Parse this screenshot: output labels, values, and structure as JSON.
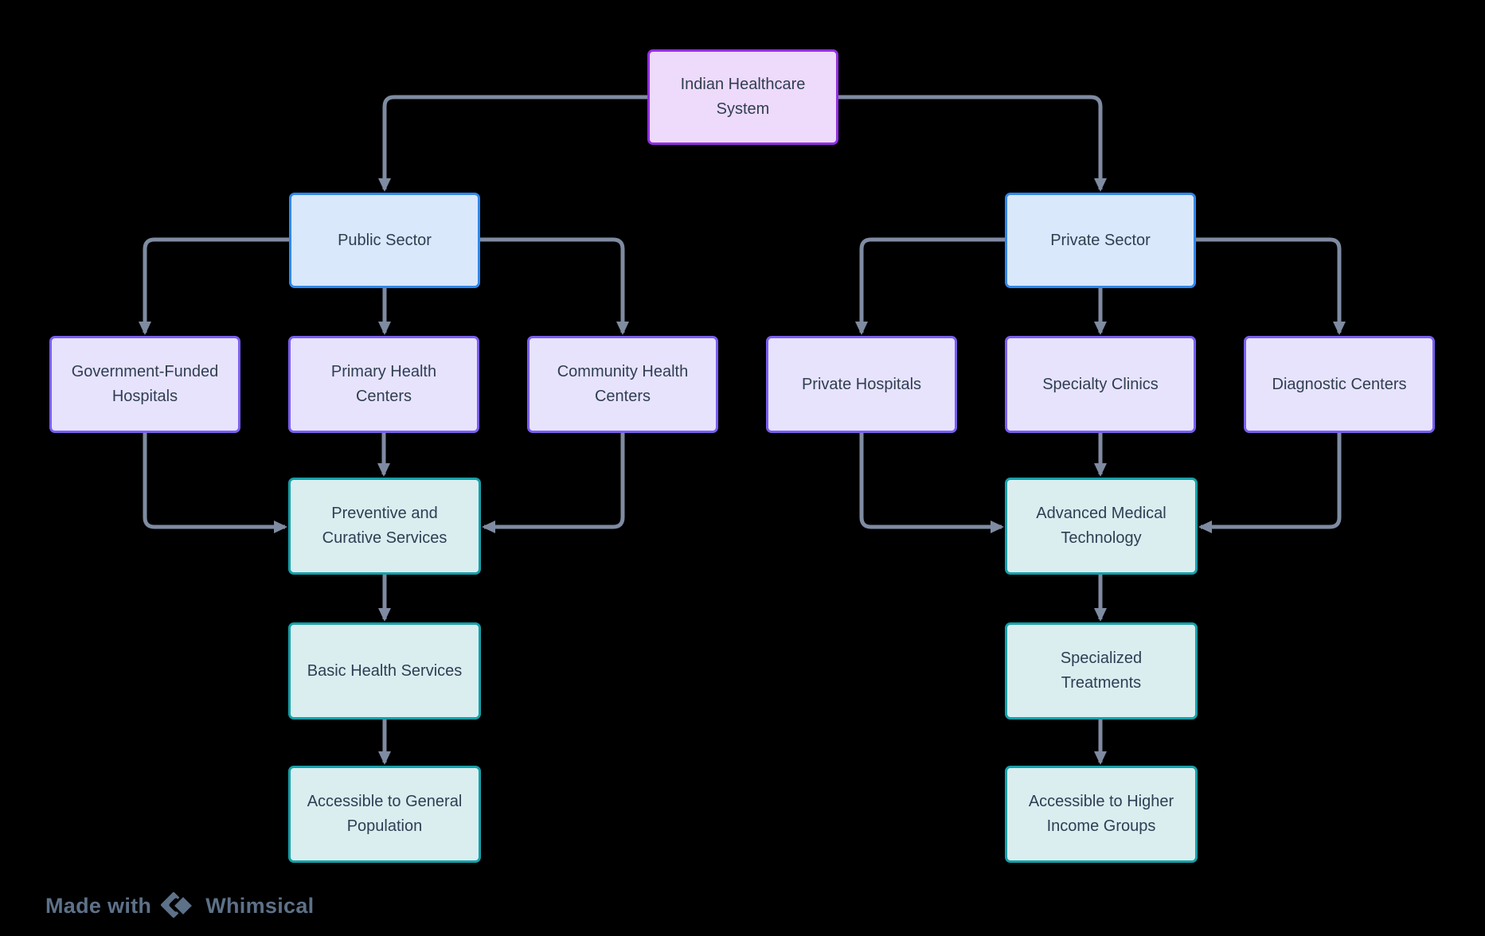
{
  "diagram_type": "flowchart",
  "palette": {
    "background": "#000000",
    "connector": "#7E8BA1",
    "node_text": "#2F3E53",
    "purple_fill": "#EEDAFB",
    "purple_border": "#922FE3",
    "blue_fill": "#D9E8FB",
    "blue_border": "#2F87EC",
    "violet_fill": "#E7E3FD",
    "violet_border": "#7A5EF3",
    "teal_fill": "#DAEEF0",
    "teal_border": "#14A1AA",
    "watermark_color": "#5D7189"
  },
  "nodes": {
    "root": {
      "label": "Indian Healthcare\nSystem",
      "type": "purple"
    },
    "public_sector": {
      "label": "Public Sector",
      "type": "blue"
    },
    "private_sector": {
      "label": "Private Sector",
      "type": "blue"
    },
    "govt_hospitals": {
      "label": "Government-Funded\nHospitals",
      "type": "violet"
    },
    "primary_health": {
      "label": "Primary Health\nCenters",
      "type": "violet"
    },
    "community_health": {
      "label": "Community Health\nCenters",
      "type": "violet"
    },
    "private_hospitals": {
      "label": "Private Hospitals",
      "type": "violet"
    },
    "specialty_clinics": {
      "label": "Specialty Clinics",
      "type": "violet"
    },
    "diagnostic_centers": {
      "label": "Diagnostic Centers",
      "type": "violet"
    },
    "preventive_curative": {
      "label": "Preventive and\nCurative Services",
      "type": "teal"
    },
    "advanced_tech": {
      "label": "Advanced Medical\nTechnology",
      "type": "teal"
    },
    "basic_health": {
      "label": "Basic Health Services",
      "type": "teal"
    },
    "specialized_treatments": {
      "label": "Specialized\nTreatments",
      "type": "teal"
    },
    "accessible_general": {
      "label": "Accessible to General\nPopulation",
      "type": "teal"
    },
    "accessible_higher": {
      "label": "Accessible to Higher\nIncome Groups",
      "type": "teal"
    }
  },
  "edges": [
    {
      "from": "root",
      "to": "public_sector"
    },
    {
      "from": "root",
      "to": "private_sector"
    },
    {
      "from": "public_sector",
      "to": "govt_hospitals"
    },
    {
      "from": "public_sector",
      "to": "primary_health"
    },
    {
      "from": "public_sector",
      "to": "community_health"
    },
    {
      "from": "govt_hospitals",
      "to": "preventive_curative"
    },
    {
      "from": "primary_health",
      "to": "preventive_curative"
    },
    {
      "from": "community_health",
      "to": "preventive_curative"
    },
    {
      "from": "preventive_curative",
      "to": "basic_health"
    },
    {
      "from": "basic_health",
      "to": "accessible_general"
    },
    {
      "from": "private_sector",
      "to": "private_hospitals"
    },
    {
      "from": "private_sector",
      "to": "specialty_clinics"
    },
    {
      "from": "private_sector",
      "to": "diagnostic_centers"
    },
    {
      "from": "private_hospitals",
      "to": "advanced_tech"
    },
    {
      "from": "specialty_clinics",
      "to": "advanced_tech"
    },
    {
      "from": "diagnostic_centers",
      "to": "advanced_tech"
    },
    {
      "from": "advanced_tech",
      "to": "specialized_treatments"
    },
    {
      "from": "specialized_treatments",
      "to": "accessible_higher"
    }
  ],
  "watermark": {
    "prefix": "Made with",
    "brand": "Whimsical"
  }
}
